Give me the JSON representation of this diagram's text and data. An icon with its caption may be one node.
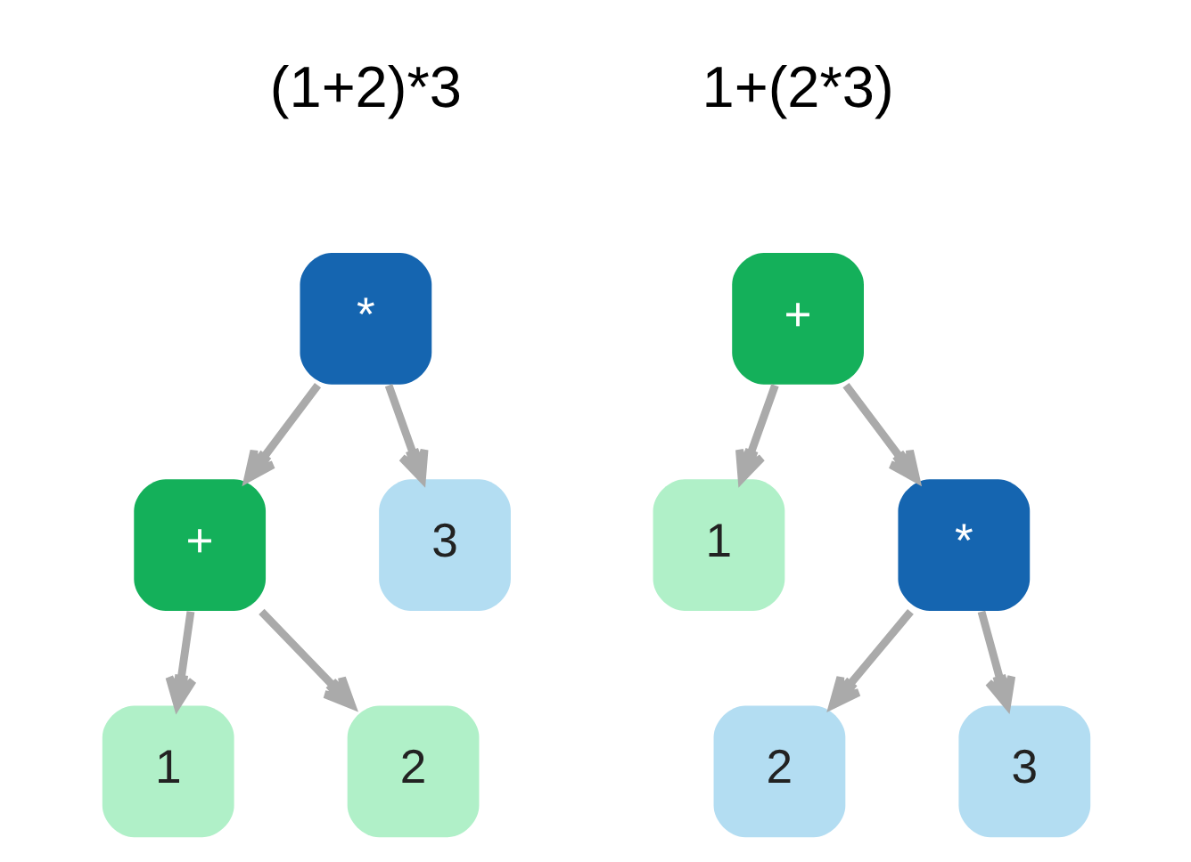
{
  "diagram": {
    "nodes": [
      {
        "text": [
          "*"
        ]
      },
      {
        "text": [
          "+"
        ]
      },
      {
        "text": [
          "3"
        ]
      },
      {
        "text": [
          "1"
        ]
      },
      {
        "text": [
          "2"
        ]
      },
      {
        "text": [
          "+"
        ]
      },
      {
        "text": [
          "1"
        ]
      },
      {
        "text": [
          "*"
        ]
      },
      {
        "text": [
          "2"
        ]
      },
      {
        "text": [
          "3"
        ]
      }
    ],
    "edges": [
      {
        "from": 0,
        "to": 1,
        "arrow": "to"
      },
      {
        "from": 0,
        "to": 2,
        "arrow": "to"
      },
      {
        "from": 1,
        "to": 3,
        "arrow": "to"
      },
      {
        "from": 1,
        "to": 4,
        "arrow": "to"
      },
      {
        "from": 5,
        "to": 6,
        "arrow": "to"
      },
      {
        "from": 5,
        "to": 7,
        "arrow": "to"
      },
      {
        "from": 7,
        "to": 8,
        "arrow": "to"
      },
      {
        "from": 7,
        "to": 9,
        "arrow": "to"
      }
    ],
    "labels": [
      "(1+2)*3",
      "1+(2*3)"
    ]
  }
}
